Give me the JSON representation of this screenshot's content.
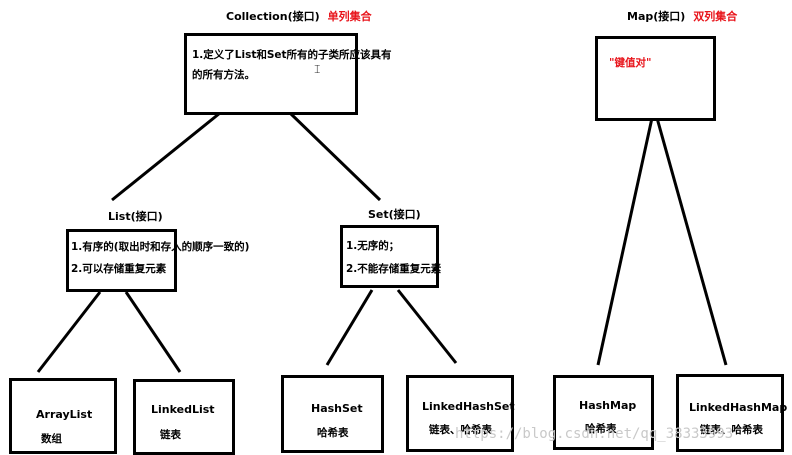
{
  "collection": {
    "title": "Collection(接口)",
    "tag": "单列集合",
    "desc_line1": "1.定义了List和Set所有的子类所应该具有",
    "desc_line2": "的所有方法。"
  },
  "map": {
    "title": "Map(接口)",
    "tag": "双列集合",
    "desc": "\"键值对\""
  },
  "list": {
    "title": "List(接口)",
    "desc_line1": "1.有序的(取出时和存入的顺序一致的)",
    "desc_line2": "2.可以存储重复元素"
  },
  "set": {
    "title": "Set(接口)",
    "desc_line1": "1.无序的；",
    "desc_line2": "2.不能存储重复元素"
  },
  "leaves": {
    "arraylist": {
      "name": "ArrayList",
      "desc": "数组"
    },
    "linkedlist": {
      "name": "LinkedList",
      "desc": "链表"
    },
    "hashset": {
      "name": "HashSet",
      "desc": "哈希表"
    },
    "linkedhashset": {
      "name": "LinkedHashSet",
      "desc": "链表、哈希表"
    },
    "hashmap": {
      "name": "HashMap",
      "desc": "哈希表"
    },
    "linkedhashmap": {
      "name": "LinkedHashMap",
      "desc": "链表、哈希表"
    }
  },
  "watermark": "https://blog.csdn.net/qq_38333993",
  "colors": {
    "accent": "#e8141b",
    "stroke": "#000000",
    "watermark": "#c9c9c9"
  }
}
